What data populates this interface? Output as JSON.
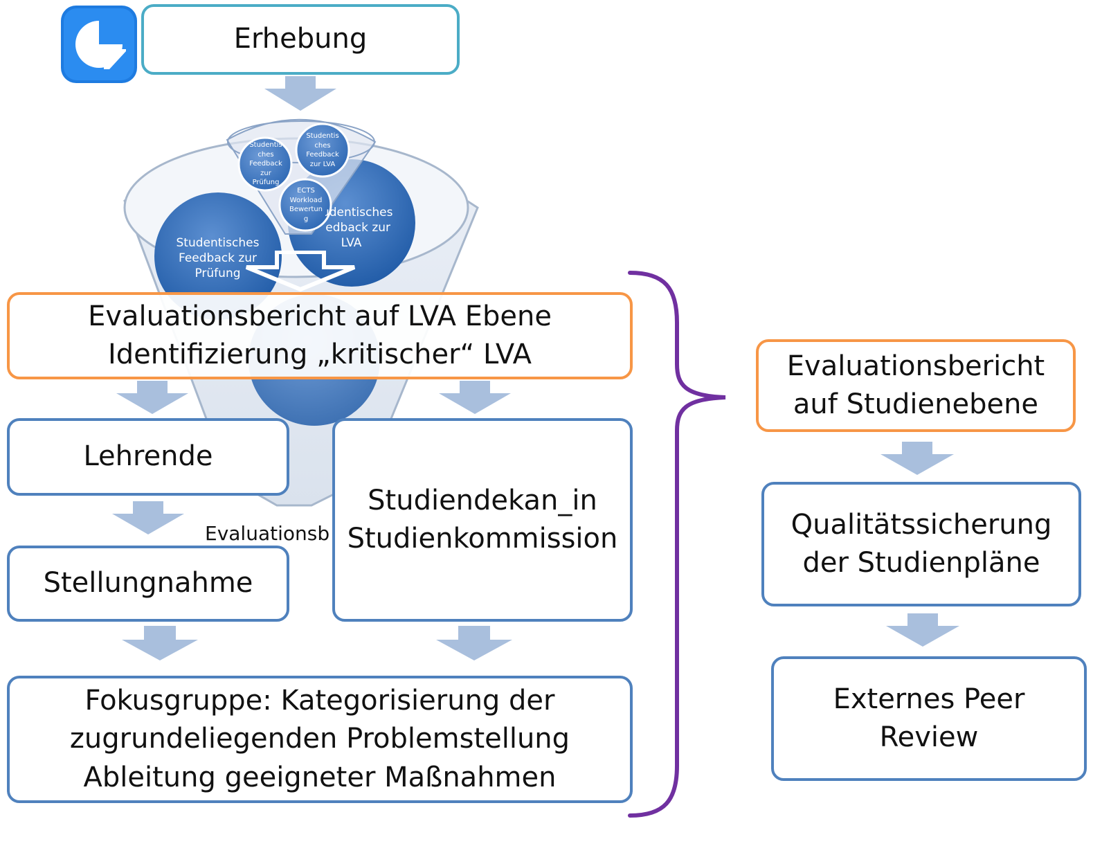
{
  "diagram": {
    "top_box": "Erhebung",
    "funnel": {
      "small_circle_left": "Studentis\nches\nFeedback\nzur\nPrüfung",
      "small_circle_right": "Studentis\nches\nFeedback\nzur LVA",
      "small_circle_bottom": "ECTS\nWorkload\nBewertun\ng",
      "big_circle_right": "Studentisches\nFeedback zur\nLVA",
      "big_circle_left": "Studentisches\nFeedback zur\nPrüfung"
    },
    "lva_report": "Evaluationsbericht auf LVA Ebene\nIdentifizierung „kritischer“ LVA",
    "lehrende": "Lehrende",
    "stellungnahme": "Stellungnahme",
    "studiendekan": "Studiendekan_in\nStudienkommission",
    "hidden_text": "Evaluationsb\n„kri",
    "fokusgruppe": "Fokusgruppe: Kategorisierung der\nzugrundeliegenden Problemstellung\nAbleitung geeigneter Maßnahmen",
    "studien_report": "Evaluationsbericht\nauf Studienebene",
    "qualitaet": "Qualitätssicherung\nder Studienpläne",
    "peer_review": "Externes Peer\nReview"
  },
  "colors": {
    "blue_border": "#4f81bd",
    "teal_border": "#4bacc6",
    "orange_border": "#f79646",
    "arrow_fill": "#a9bfdd",
    "brace": "#7030a0"
  }
}
